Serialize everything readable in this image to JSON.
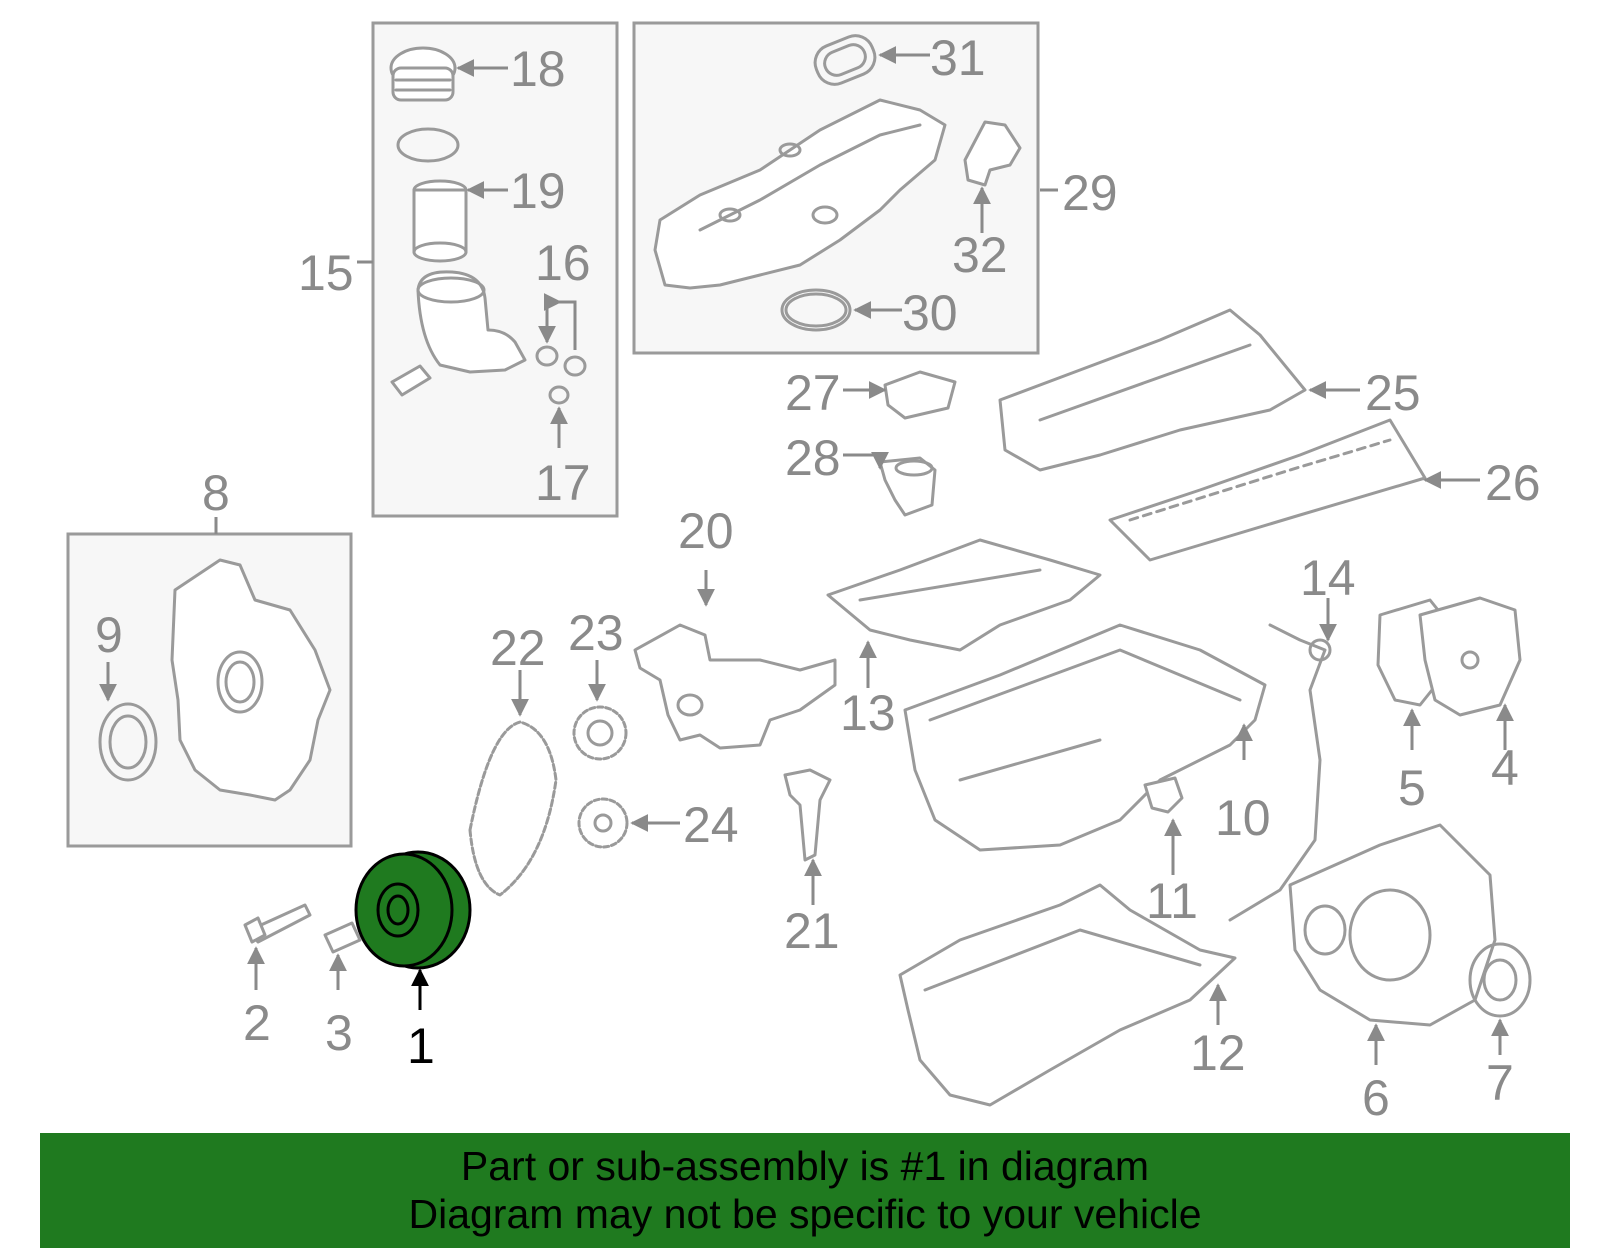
{
  "diagram": {
    "highlighted_part": "1",
    "highlight_color": "#1f7a1f",
    "label_color": "#8a8a8a",
    "labels": {
      "l1": "1",
      "l2": "2",
      "l3": "3",
      "l4": "4",
      "l5": "5",
      "l6": "6",
      "l7": "7",
      "l8": "8",
      "l9": "9",
      "l10": "10",
      "l11": "11",
      "l12": "12",
      "l13": "13",
      "l14": "14",
      "l15": "15",
      "l16": "16",
      "l17": "17",
      "l18": "18",
      "l19": "19",
      "l20": "20",
      "l21": "21",
      "l22": "22",
      "l23": "23",
      "l24": "24",
      "l25": "25",
      "l26": "26",
      "l27": "27",
      "l28": "28",
      "l29": "29",
      "l30": "30",
      "l31": "31",
      "l32": "32"
    }
  },
  "banner": {
    "background": "#1f7a1f",
    "line1": "Part or sub-assembly is #1 in diagram",
    "line2": "Diagram may not be specific to your vehicle"
  }
}
